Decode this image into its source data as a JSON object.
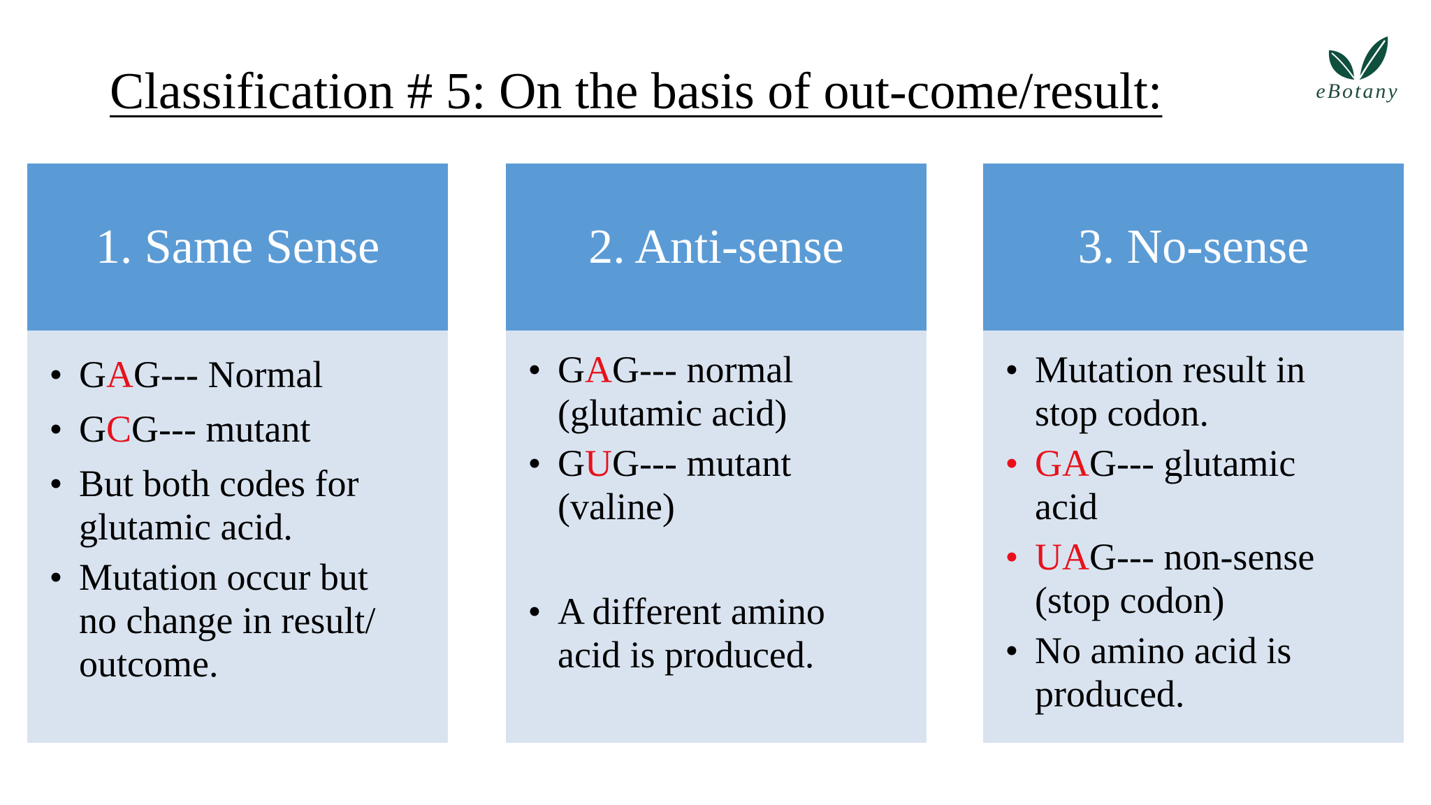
{
  "slide": {
    "title": "Classification # 5: On the basis of out-come/result:",
    "logo_text": "eBotany"
  },
  "colors": {
    "header_blue": "#5b9bd5",
    "body_blue": "#d9e3f0",
    "highlight_red": "#e8111b",
    "logo_green": "#1f4a3a"
  },
  "cards": [
    {
      "heading": "1. Same Sense",
      "bullets": [
        {
          "pre": "G",
          "red": "A",
          "post": "G--- Normal"
        },
        {
          "pre": "G",
          "red": "C",
          "post": "G--- mutant"
        },
        {
          "line1": "But both codes for",
          "line2": "glutamic acid."
        },
        {
          "line1": "Mutation occur but",
          "line2": "no change in result/",
          "line3": "outcome."
        }
      ]
    },
    {
      "heading": "2. Anti-sense",
      "bullets": [
        {
          "pre": "G",
          "red": "A",
          "post": "G--- normal",
          "line2": "(glutamic acid)"
        },
        {
          "pre": "G",
          "red": "U",
          "post": "G--- mutant",
          "line2": "(valine)"
        },
        {
          "line1": "A different amino",
          "line2": "acid is produced."
        }
      ]
    },
    {
      "heading": "3. No-sense",
      "bullets": [
        {
          "line1": "Mutation result in",
          "line2": "stop codon."
        },
        {
          "red": "GA",
          "post": "G--- glutamic",
          "line2": "acid"
        },
        {
          "red": "UA",
          "post": "G--- non-sense",
          "line2": "(stop codon)"
        },
        {
          "line1": "No amino acid is",
          "line2": "produced."
        }
      ]
    }
  ]
}
